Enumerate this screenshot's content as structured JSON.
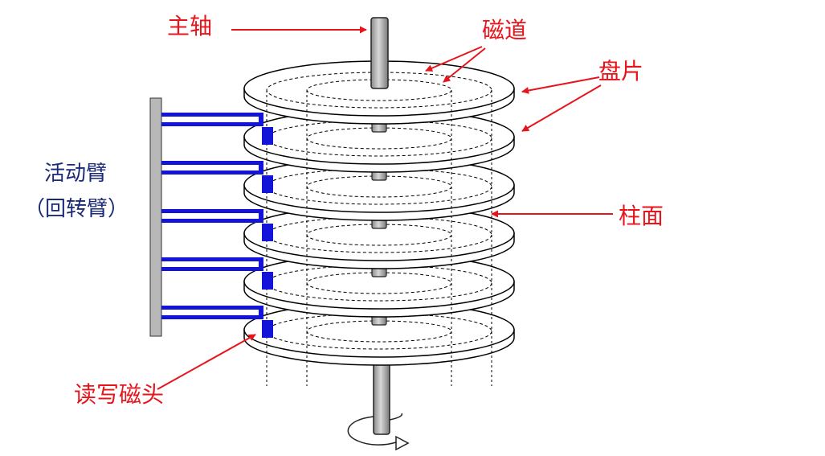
{
  "labels": {
    "spindle": "主轴",
    "track": "磁道",
    "platter": "盘片",
    "cylinder": "柱面",
    "arm_line1": "活动臂",
    "arm_line2": "（回转臂）",
    "head": "读写磁头"
  },
  "platter_count": 6,
  "colors": {
    "label_red": "#e8141b",
    "arm_blue": "#1414d8",
    "arm_label": "#1a2a78",
    "spindle_gray": "#a9a9a9",
    "rod_gray": "#b8b8b8",
    "platter_stroke": "#000000"
  }
}
